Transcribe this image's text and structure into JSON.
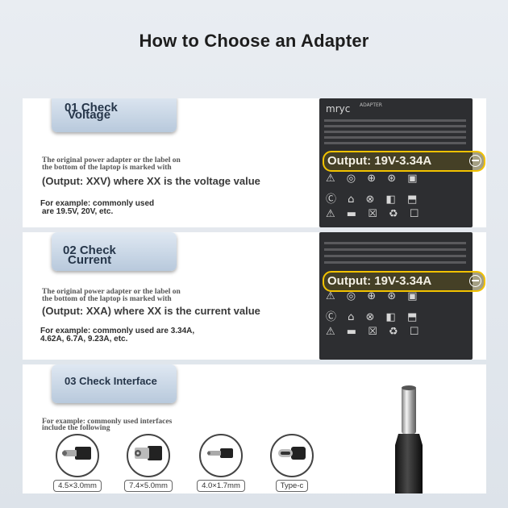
{
  "page": {
    "title": "How to Choose an Adapter"
  },
  "step1": {
    "heading_line1": "01 Check",
    "heading_line2": "Voltage",
    "desc_line1": "The original power adapter or the label on",
    "desc_line2": "the bottom of the laptop is marked with",
    "rule": "(Output: XXV) where XX is the voltage value",
    "example_line1": "For example: commonly used",
    "example_line2": "are 19.5V, 20V, etc.",
    "highlight": "Output: 19V-3.34A"
  },
  "step2": {
    "heading_line1": "02 Check",
    "heading_line2": "Current",
    "desc_line1": "The original power adapter or the label on",
    "desc_line2": "the bottom of the laptop is marked with",
    "rule": "(Output: XXA) where XX is the current value",
    "example_line1": "For example: commonly used are 3.34A,",
    "example_line2": "4.62A, 6.7A, 9.23A, etc.",
    "highlight": "Output: 19V-3.34A"
  },
  "step3": {
    "heading": "03 Check Interface",
    "example_line1": "For example: commonly used interfaces",
    "example_line2": "include the following",
    "connectors": [
      {
        "label": "4.5×3.0mm",
        "icon": "barrel-plug-icon"
      },
      {
        "label": "7.4×5.0mm",
        "icon": "barrel-pin-plug-icon"
      },
      {
        "label": "4.0×1.7mm",
        "icon": "small-barrel-plug-icon"
      },
      {
        "label": "Type-c",
        "icon": "usb-c-plug-icon"
      }
    ]
  },
  "adapter_label": {
    "brand": "mryc",
    "model": "ADAPTER"
  },
  "colors": {
    "highlight_border": "#f2c200",
    "badge": "#c7d5e4",
    "adapter": "#2d2e31"
  }
}
